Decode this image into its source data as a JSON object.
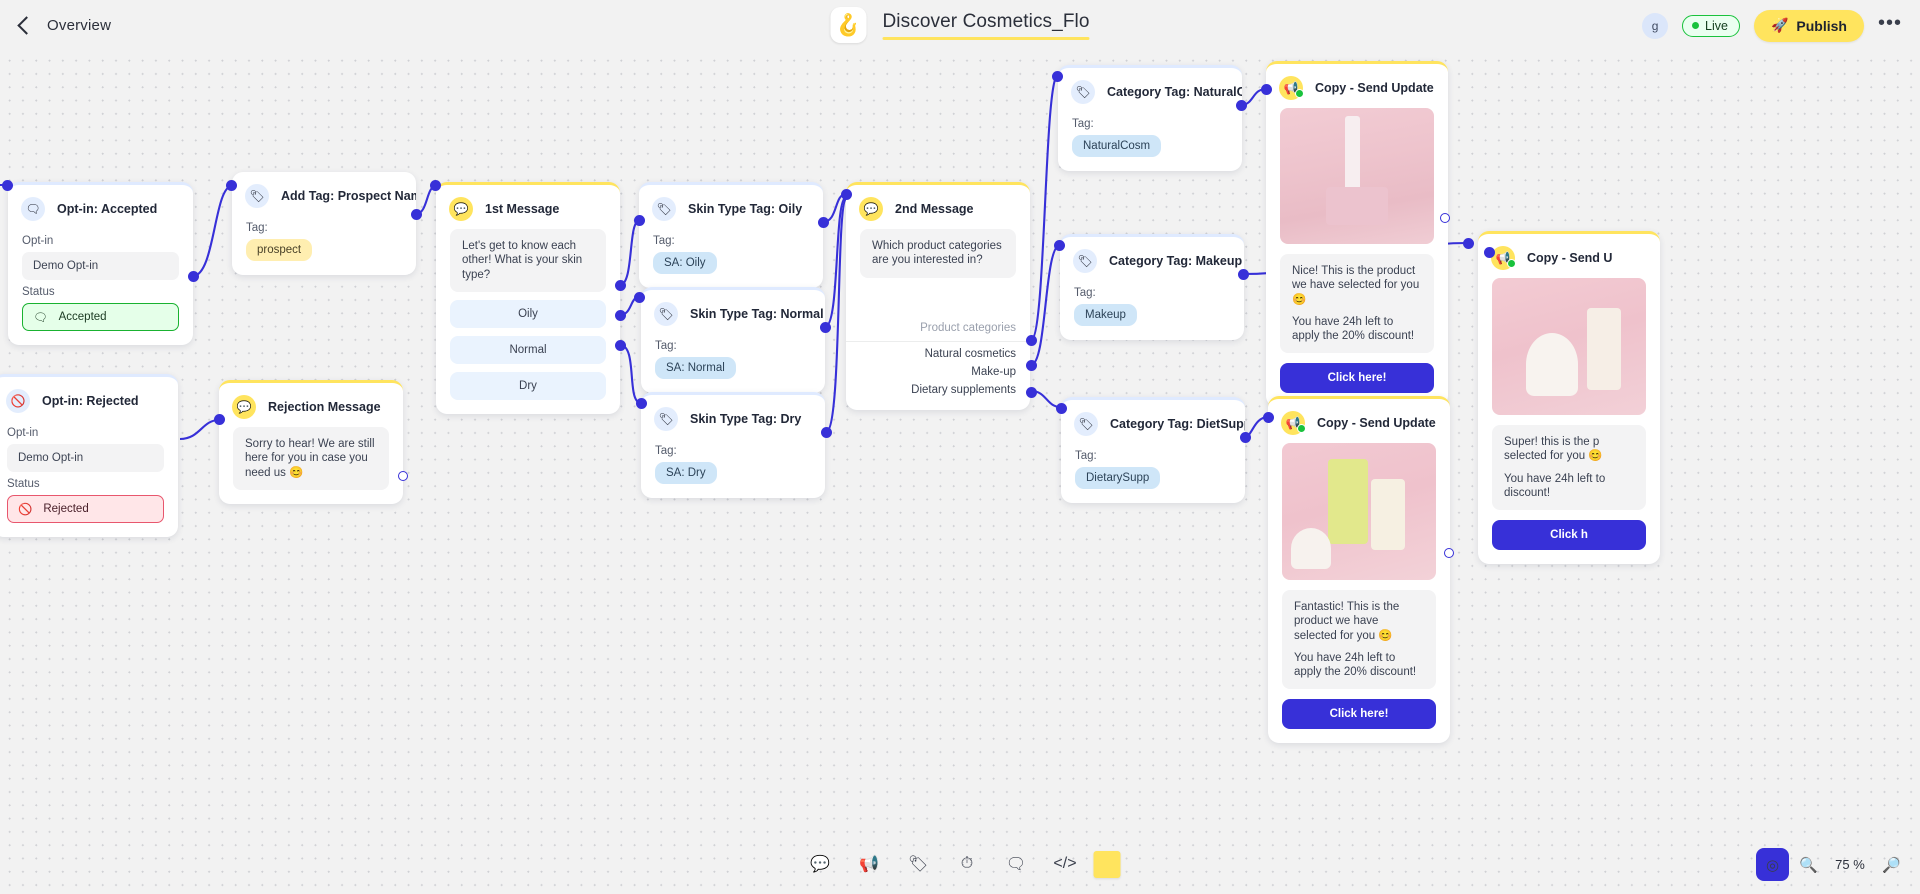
{
  "topbar": {
    "back_label": "Overview",
    "flow_avatar_icon": "robot-arm-icon",
    "flow_title": "Discover Cosmetics_Flo",
    "user_initial": "g",
    "live_label": "Live",
    "publish_label": "Publish",
    "publish_icon": "rocket-icon",
    "more_label": "•••"
  },
  "nodes": {
    "optin_accepted": {
      "title": "Opt-in: Accepted",
      "icon": "optin-bubble-icon",
      "field_label": "Opt-in",
      "field_value": "Demo Opt-in",
      "status_label": "Status",
      "status_value": "Accepted",
      "status_icon": "check-bubble-icon"
    },
    "optin_rejected": {
      "title": "Opt-in: Rejected",
      "icon": "optin-bubble-icon",
      "field_label": "Opt-in",
      "field_value": "Demo Opt-in",
      "status_label": "Status",
      "status_value": "Rejected",
      "status_icon": "cross-bubble-icon"
    },
    "add_tag_prospect": {
      "title": "Add Tag: Prospect Name",
      "icon": "tag-icon",
      "tag_label": "Tag:",
      "tag_value": "prospect"
    },
    "rejection_message": {
      "title": "Rejection Message",
      "icon": "chat-bubble-icon",
      "text": "Sorry to hear! We are still here for you in case you need us 😊"
    },
    "first_message": {
      "title": "1st Message",
      "icon": "chat-bubble-icon",
      "text": "Let's get to know each other! What is your skin type?",
      "replies": [
        "Oily",
        "Normal",
        "Dry"
      ]
    },
    "skin_oily": {
      "title": "Skin Type Tag: Oily",
      "icon": "tag-icon",
      "tag_label": "Tag:",
      "tag_value": "SA: Oily"
    },
    "skin_normal": {
      "title": "Skin Type Tag: Normal",
      "icon": "tag-icon",
      "tag_label": "Tag:",
      "tag_value": "SA: Normal"
    },
    "skin_dry": {
      "title": "Skin Type Tag: Dry",
      "icon": "tag-icon",
      "tag_label": "Tag:",
      "tag_value": "SA: Dry"
    },
    "second_message": {
      "title": "2nd Message",
      "icon": "chat-bubble-icon",
      "text": "Which product categories are you interested in?",
      "caption": "Product categories",
      "rows": [
        "Natural cosmetics",
        "Make-up",
        "Dietary supplements"
      ]
    },
    "cat_natural": {
      "title": "Category Tag: NaturalCosm",
      "icon": "tag-icon",
      "tag_label": "Tag:",
      "tag_value": "NaturalCosm"
    },
    "cat_makeup": {
      "title": "Category Tag: Makeup",
      "icon": "tag-icon",
      "tag_label": "Tag:",
      "tag_value": "Makeup"
    },
    "cat_dietsupp": {
      "title": "Category Tag: DietSupp",
      "icon": "tag-icon",
      "tag_label": "Tag:",
      "tag_value": "DietarySupp"
    },
    "copy_send_1": {
      "title": "Copy - Send Update",
      "icon": "megaphone-icon",
      "text_line1": "Nice! This is the product we have selected for you 😊",
      "text_line2": "You have 24h left to apply the 20% discount!",
      "cta": "Click here!"
    },
    "copy_send_2": {
      "title": "Copy - Send Update",
      "icon": "megaphone-icon",
      "text_line1": "Fantastic! This is the product we have selected for you 😊",
      "text_line2": "You have 24h left to apply the 20% discount!",
      "cta": "Click here!"
    },
    "copy_send_3": {
      "title": "Copy - Send U",
      "icon": "megaphone-icon",
      "text_line1": "Super! this is the p selected for you 😊",
      "text_line2": "You have 24h left to discount!",
      "cta": "Click h"
    }
  },
  "toolbar": {
    "items": [
      {
        "name": "message-tool",
        "icon": "chat-bubble-icon"
      },
      {
        "name": "broadcast-tool",
        "icon": "megaphone-icon"
      },
      {
        "name": "tag-tool",
        "icon": "tag-icon"
      },
      {
        "name": "delay-tool",
        "icon": "timer-icon"
      },
      {
        "name": "question-tool",
        "icon": "chat-question-icon"
      },
      {
        "name": "code-tool",
        "icon": "code-icon"
      }
    ],
    "note_name": "sticky-note-tool"
  },
  "zoom": {
    "fit_icon": "target-icon",
    "out_icon": "zoom-out-icon",
    "in_icon": "zoom-in-icon",
    "level": "75 %"
  },
  "colors": {
    "accent_yellow": "#ffe45e",
    "edge_blue": "#3730d8",
    "node_blue_top": "#dfeaff",
    "status_green": "#19b230",
    "status_red": "#e8566d",
    "cta_blue": "#3730d8"
  }
}
